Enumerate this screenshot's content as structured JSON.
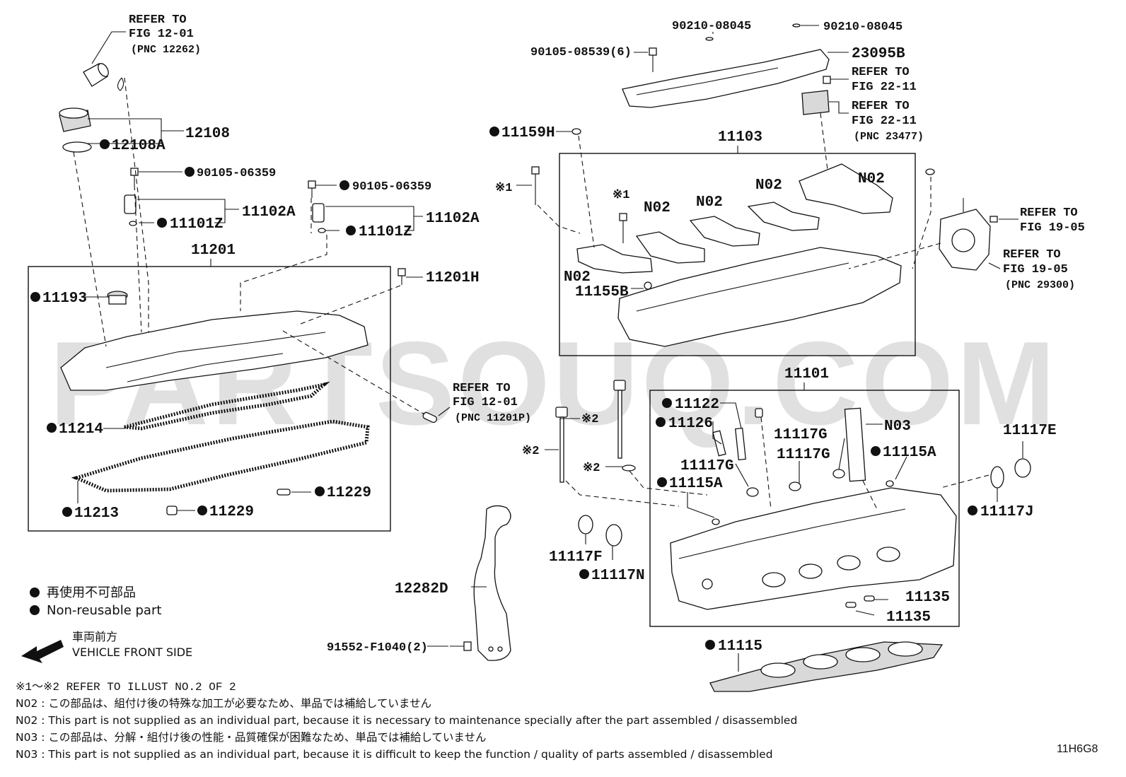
{
  "watermark": "PARTSOUQ.COM",
  "diagram_code": "11H6G8",
  "boxes": {
    "cover": "11201",
    "camshaft_housing": "11103",
    "head": "11101"
  },
  "labels": {
    "l12108": "12108",
    "l12108A": "12108A",
    "l90105_06359_a": "90105-06359",
    "l90105_06359_b": "90105-06359",
    "l11102A_a": "11102A",
    "l11102A_b": "11102A",
    "l11101Z_a": "11101Z",
    "l11101Z_b": "11101Z",
    "l11193": "11193",
    "l11201H": "11201H",
    "l11214": "11214",
    "l11213": "11213",
    "l11229_a": "11229",
    "l11229_b": "11229",
    "l12282D": "12282D",
    "l91552": "91552-F1040(2)",
    "l90210_a": "90210-08045",
    "l90210_b": "90210-08045",
    "l90105_08539": "90105-08539(6)",
    "l23095B": "23095B",
    "l11159H": "11159H",
    "l11155B": "11155B",
    "lN02_a": "N02",
    "lN02_b": "N02",
    "lN02_c": "N02",
    "lN02_d": "N02",
    "lN02_e": "N02",
    "lN03": "N03",
    "l11122": "11122",
    "l11126": "11126",
    "l11117G_a": "11117G",
    "l11117G_b": "11117G",
    "l11117G_c": "11117G",
    "l11115A_a": "11115A",
    "l11115A_b": "11115A",
    "l11117E": "11117E",
    "l11117J": "11117J",
    "l11117F": "11117F",
    "l11117N": "11117N",
    "l11135_a": "11135",
    "l11135_b": "11135",
    "l11115": "11115",
    "mark1_a": "※1",
    "mark1_b": "※1",
    "mark2_a": "※2",
    "mark2_b": "※2",
    "mark2_c": "※2"
  },
  "refs": {
    "refer_to": "REFER TO",
    "fig_12_01": "FIG 12-01",
    "pnc_12262": "(PNC 12262)",
    "pnc_11201P": "(PNC 11201P)",
    "fig_22_11": "FIG 22-11",
    "pnc_23477": "(PNC 23477)",
    "fig_19_05": "FIG 19-05",
    "pnc_29300": "(PNC 29300)"
  },
  "legend": {
    "jp": "再使用不可部品",
    "en": "Non-reusable part",
    "front_jp": "車両前方",
    "front_en": "VEHICLE FRONT SIDE"
  },
  "notes": [
    "※1～※2 REFER TO ILLUST NO.2 OF 2",
    "N02 : この部品は、組付け後の特殊な加工が必要なため、単品では補給していません",
    "N02 : This part is not supplied as an individual part, because it is necessary to maintenance specially after the part assembled / disassembled",
    "N03 : この部品は、分解・組付け後の性能・品質確保が困難なため、単品では補給していません",
    "N03 : This part is not supplied as an individual part, because it is difficult to keep the function / quality of parts  assembled / disassembled"
  ]
}
